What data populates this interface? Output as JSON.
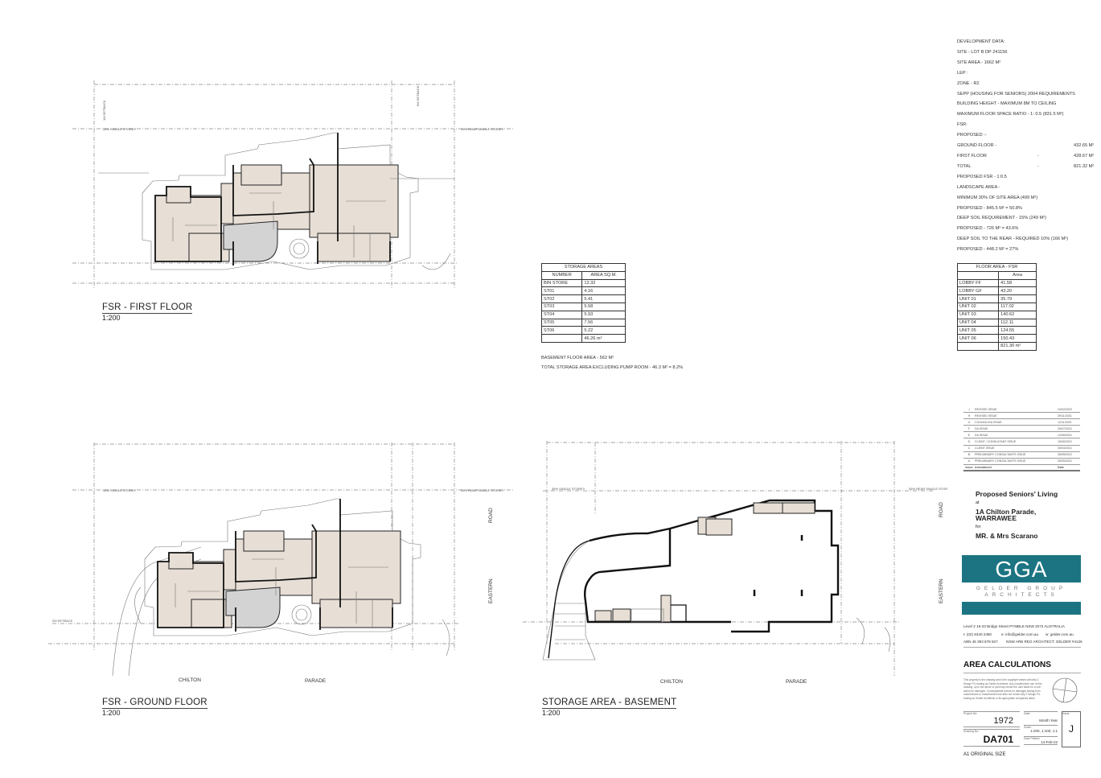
{
  "plans": {
    "first_floor": {
      "title": "FSR - FIRST FLOOR",
      "scale": "1:200",
      "labels": [
        "35% SINGLE STOREY",
        "35% REAR SINGLE STOREY",
        "1M SETBACK",
        "6M SETBACK"
      ]
    },
    "ground_floor": {
      "title": "FSR - GROUND FLOOR",
      "scale": "1:200",
      "labels": [
        "35% SINGLE STOREY",
        "35% REAR SINGLE STOREY",
        "2M SETBACK",
        "CHILTON",
        "PARADE",
        "ROAD",
        "EASTERN"
      ]
    },
    "basement": {
      "title": "STORAGE AREA - BASEMENT",
      "scale": "1:200",
      "labels": [
        "35% SINGLE STOREY",
        "35% REAR SINGLE STOR",
        "CHILTON",
        "PARADE",
        "ROAD",
        "EASTERN"
      ]
    }
  },
  "development_data": [
    [
      "DEVELOPMENT DATA:",
      "",
      ""
    ],
    [
      "SITE - LOT B DP 241156",
      "",
      ""
    ],
    [
      "SITE AREA -  1662 M²",
      "",
      ""
    ],
    [
      "LEP :",
      "",
      ""
    ],
    [
      "ZONE - R2",
      "",
      ""
    ],
    [
      "SEPP (HOUSING FOR SENIORS) 2004 REQUIREMENTS",
      "",
      ""
    ],
    [
      "BUILDING HEIGHT - MAXIMUM 8M TO CEILING",
      "",
      ""
    ],
    [
      "MAXIMUM FLOOR SPACE RATIO - 1: 0.5  (831.5 M²)",
      "",
      ""
    ],
    [
      "FSR:",
      "",
      ""
    ],
    [
      "PROPOSED :-",
      "",
      ""
    ],
    [
      "GROUND FLOOR -",
      "",
      "432.65 M²"
    ],
    [
      "FIRST FLOOR",
      "-",
      "428.67 M²"
    ],
    [
      "TOTAL",
      "-",
      "821.32 M²"
    ],
    [
      "PROPOSED FSR - 1:0.5",
      "",
      ""
    ],
    [
      "LANDSCAPE AREA -",
      "",
      ""
    ],
    [
      "MINIMUM 30% OF SITE AREA (499 M²)",
      "",
      ""
    ],
    [
      "PROPOSED - 845.5 M² = 50.8%",
      "",
      ""
    ],
    [
      "DEEP SOIL REQUIREMENT - 15% (249 M²)",
      "",
      ""
    ],
    [
      "PROPOSED - 726 M² = 43.6%",
      "",
      ""
    ],
    [
      "DEEP SOIL TO THE REAR - REQUIRED 10% (166 M²)",
      "",
      ""
    ],
    [
      "PROPOSED - 448.2 M²  = 27%",
      "",
      ""
    ]
  ],
  "storage_table": {
    "title": "STORAGE AREAS",
    "headers": [
      "NUMBER",
      "AREA SQ.M."
    ],
    "rows": [
      [
        "BIN STORE",
        "12.32"
      ],
      [
        "ST01",
        "4.16"
      ],
      [
        "ST02",
        "5.41"
      ],
      [
        "ST03",
        "5.58"
      ],
      [
        "ST04",
        "5.93"
      ],
      [
        "ST05",
        "7.56"
      ],
      [
        "ST06",
        "5.22"
      ],
      [
        "",
        "46.26 m²"
      ]
    ],
    "notes": [
      "BASEMENT FLOOR AREA - 562 M²",
      "TOTAL STORAGE AREA EXCLUDING PUMP ROOM - 46.3 M²  = 8.2%"
    ]
  },
  "floor_area_table": {
    "title": "FLOOR AREA - FSR",
    "headers": [
      "",
      "Area"
    ],
    "rows": [
      [
        "LOBBY FF",
        "41.58"
      ],
      [
        "LOBBY GF",
        "43.20"
      ],
      [
        "UNIT 01",
        "35.79"
      ],
      [
        "UNIT 02",
        "117.02"
      ],
      [
        "UNIT 03",
        "140.62"
      ],
      [
        "UNIT 04",
        "112.11"
      ],
      [
        "UNIT 05",
        "124.55"
      ],
      [
        "UNIT 06",
        "150.43"
      ],
      [
        "",
        "821.30 m²"
      ]
    ]
  },
  "revisions": {
    "rows": [
      [
        "J",
        "REVISED ISSUE",
        "24/02/2022"
      ],
      [
        "H",
        "REVISED ISSUE",
        "29/11/2021"
      ],
      [
        "G",
        "COUNCIL/DA ISSUE",
        "12/11/2021"
      ],
      [
        "F",
        "DA ISSUE",
        "25/07/2021"
      ],
      [
        "E",
        "DA ISSUE",
        "14/06/2021"
      ],
      [
        "D",
        "CLIENT / CONSULTANT ISSUE",
        "15/06/2021"
      ],
      [
        "C",
        "CLIENT ISSUE",
        "30/04/2021"
      ],
      [
        "B",
        "PRELIMINARY CONSULTANTS ISSUE",
        "28/05/2021"
      ],
      [
        "A",
        "PRELIMINARY CONSULTANTS ISSUE",
        "25/05/2021"
      ]
    ],
    "headers": [
      "Issue",
      "Amendment",
      "Date"
    ]
  },
  "project": {
    "name": "Proposed Seniors' Living",
    "at": "at",
    "address1": "1A Chilton Parade,",
    "address2": "WARRAWEE",
    "for": "for",
    "client": "MR. & Mrs Scarano"
  },
  "firm": {
    "logo": "GGA",
    "name1": "GELDER GROUP",
    "name2": "ARCHITECTS",
    "address": "Level 2 19-23 Bridge Street PYMBLE NSW 2073 AUSTRALIA",
    "phone": "t: (02) 9440 2450",
    "email": "e: info@gelder.com.au",
    "web": "w: gelder.com.au",
    "abn": "ABN 46 393 878 827",
    "reg": "NSW ARB REG ARCHITECT: GELDER #4126",
    "brand_color": "#1c7482"
  },
  "title_block": {
    "sheet_title": "AREA CALCULATIONS",
    "copyright": "This property is the drawing and is the copyright vested with Arty 2 Design P/L trading as Gelder Architects. Any unauthorised use of this drawing, up to the whole or part may render the user liable for a civil action for damages. Consequential events on damages arising from unauthorised or unauthorised use after not render Arty 2 Design P/L trading as Gelder Architects or its appropriate companies liable.",
    "project_no_label": "Project No:",
    "project_no": "1972",
    "drawing_no_label": "Drawing No:",
    "drawing_no": "DA701",
    "date_label": "Date:",
    "date": "Month Year",
    "scale_label": "Scale:",
    "scale": "1:200, 1:100, 1:1",
    "plot_label": "Date Plotted:",
    "plot_date": "14-Feb-22",
    "issue_label": "Issue:",
    "issue": "J",
    "sheet_size": "A1 ORIGINAL SIZE"
  }
}
